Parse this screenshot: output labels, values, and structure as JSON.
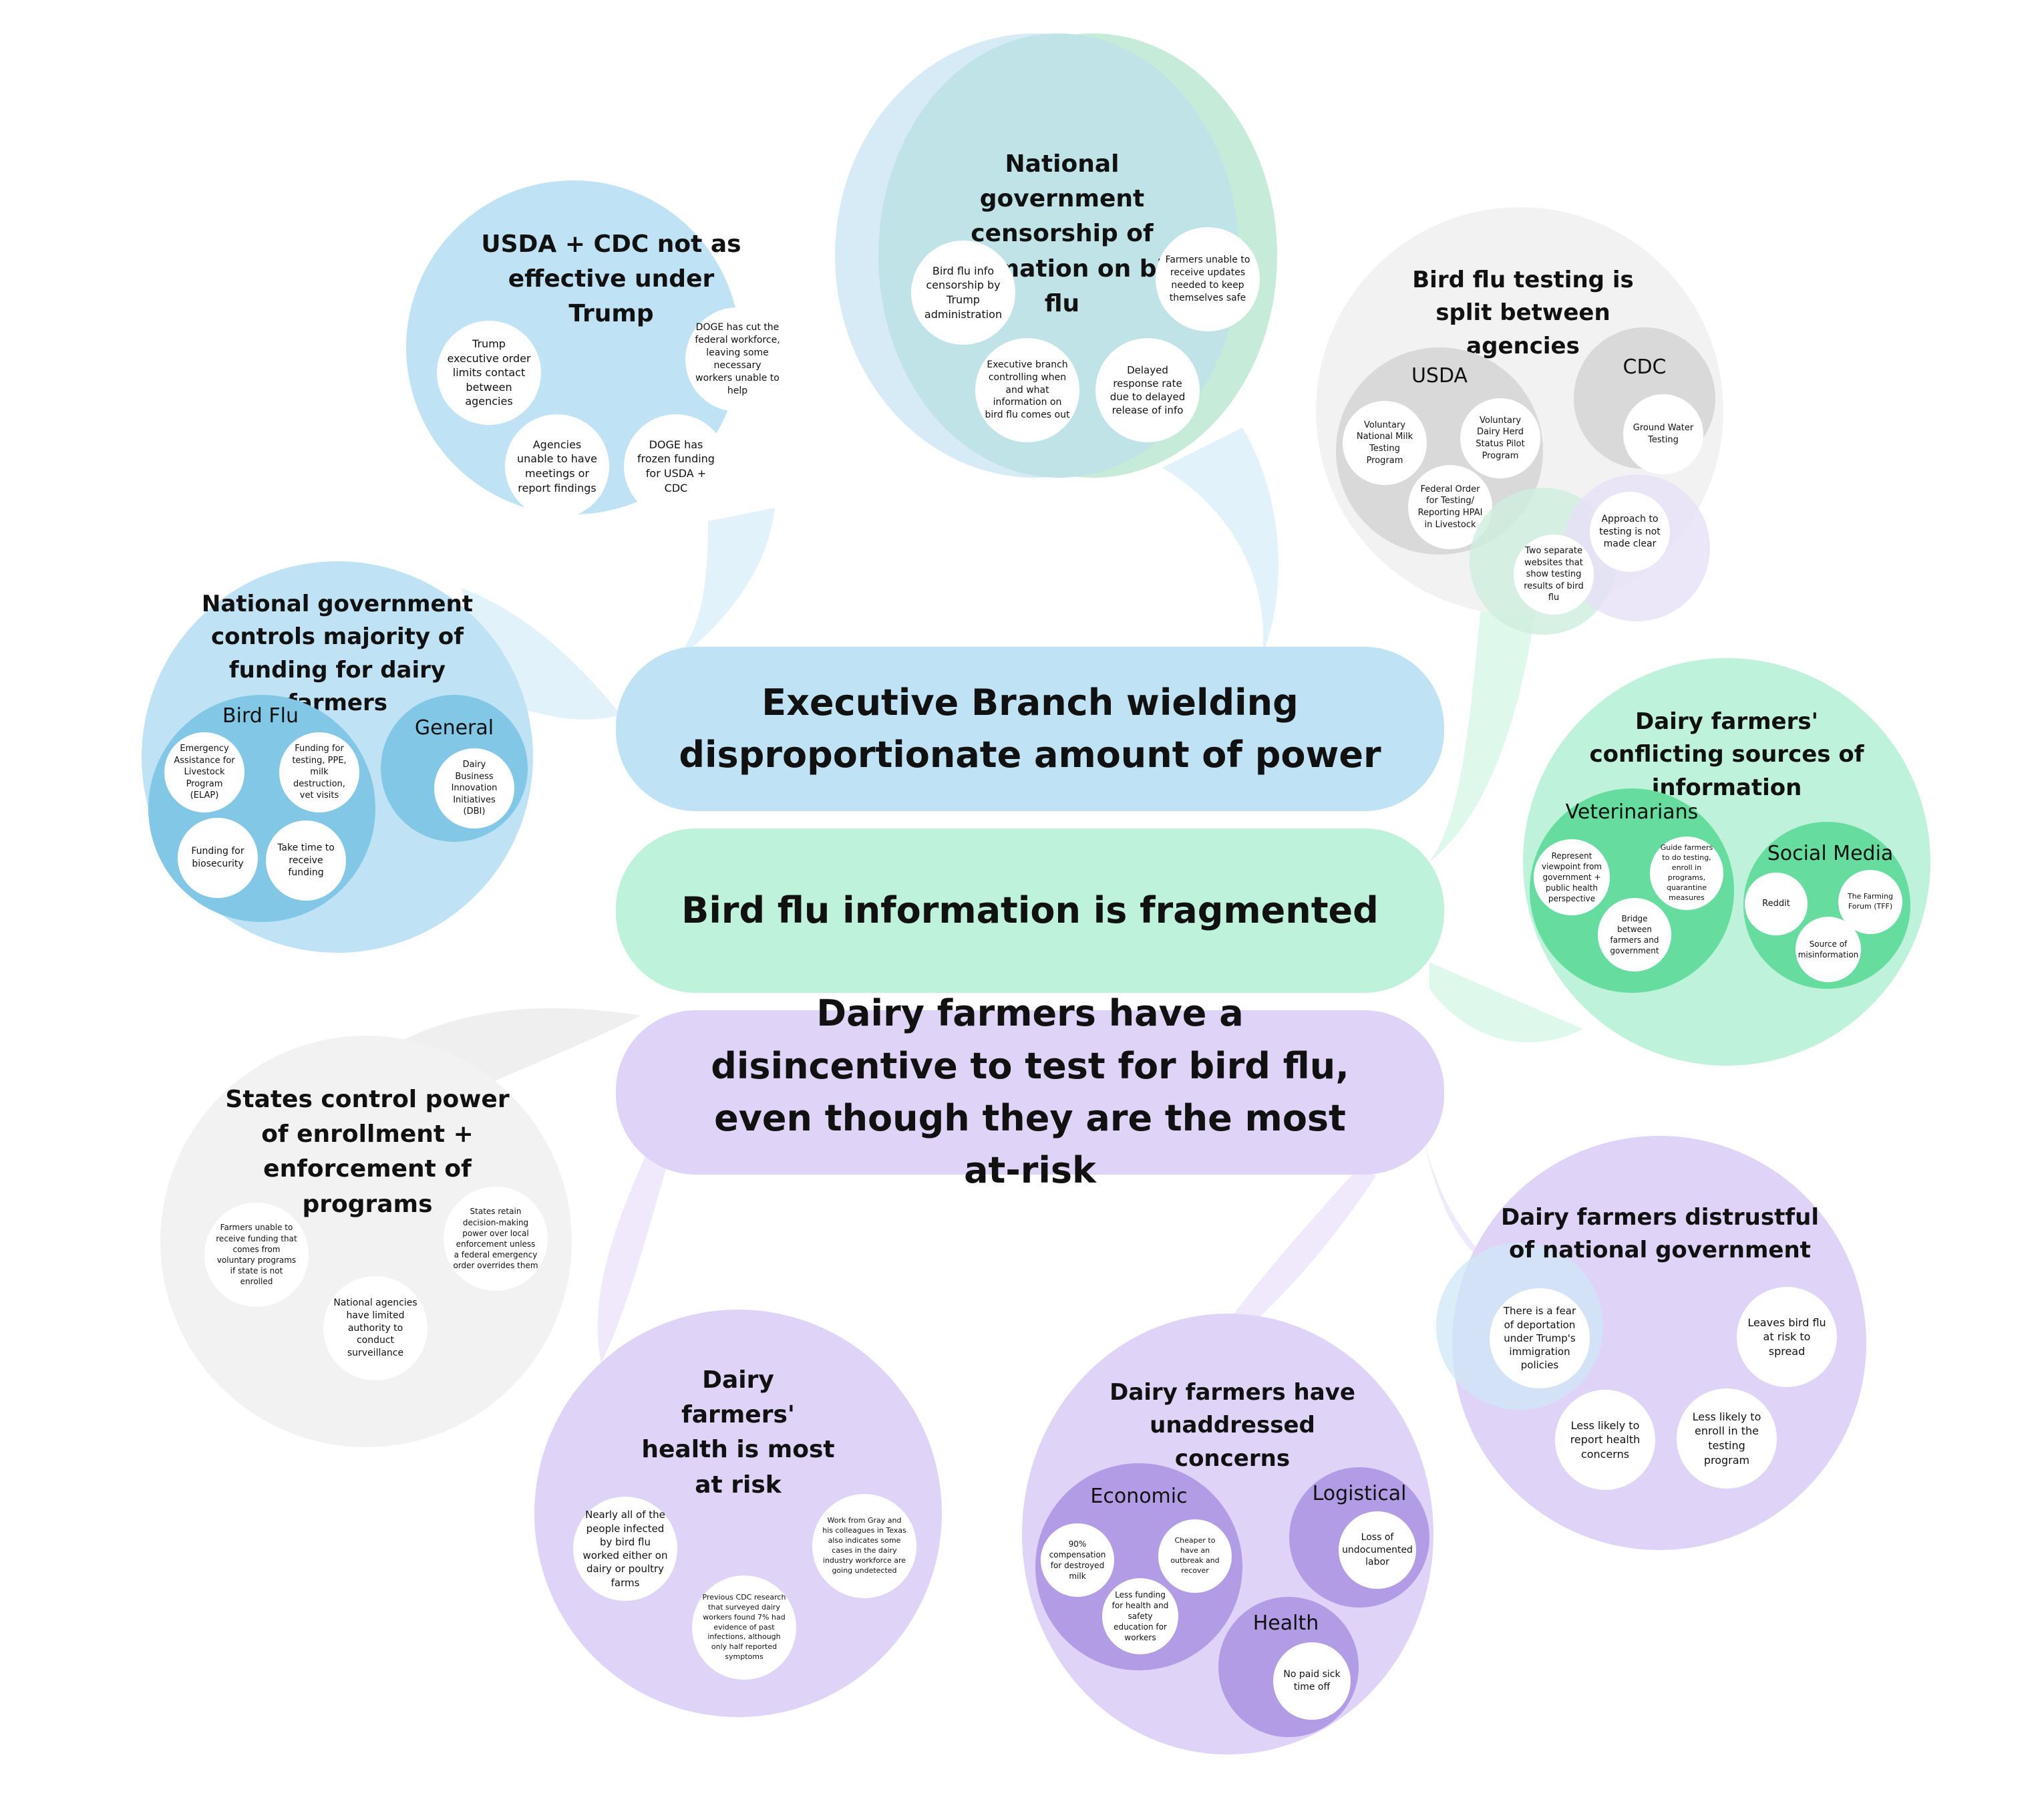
{
  "colors": {
    "blue": "#bfe3f4",
    "blue_dark": "#82c8e6",
    "green": "#bff2da",
    "green_dark": "#66dd9e",
    "purple": "#dfd3f7",
    "purple_dark": "#b29ce6",
    "gray": "#f2f2f2",
    "gray_dark": "#d9d9d9"
  },
  "center": {
    "executive": "Executive Branch wielding disproportionate amount of power",
    "fragmented": "Bird flu information is fragmented",
    "disincentive": "Dairy farmers have a disincentive to test for bird flu, even though they are the most at-risk"
  },
  "usda_cdc": {
    "title": "USDA + CDC not as effective under Trump",
    "items": [
      "Trump executive order limits contact between agencies",
      "DOGE has cut the federal workforce, leaving some necessary workers unable to help",
      "Agencies unable to have meetings or report findings",
      "DOGE has frozen funding for USDA + CDC"
    ]
  },
  "censorship": {
    "title": "National government censorship of information on bird flu",
    "items": [
      "Bird flu info censorship by Trump administration",
      "Farmers unable to receive updates needed to keep themselves safe",
      "Executive branch controlling when and what information on bird flu comes out",
      "Delayed response rate due to delayed release of info"
    ]
  },
  "testing": {
    "title": "Bird flu testing is split between agencies",
    "usda_label": "USDA",
    "usda_items": [
      "Voluntary National Milk Testing Program",
      "Voluntary Dairy Herd Status Pilot Program",
      "Federal Order for Testing/ Reporting HPAI in Livestock"
    ],
    "cdc_label": "CDC",
    "cdc_items": [
      "Ground Water Testing"
    ],
    "items": [
      "Approach to testing is not made clear",
      "Two separate websites that show testing results of bird flu"
    ]
  },
  "funding": {
    "title": "National government controls majority of funding for dairy farmers",
    "birdflu_label": "Bird Flu",
    "birdflu_items": [
      "Emergency Assistance for Livestock Program (ELAP)",
      "Funding for testing, PPE, milk destruction, vet visits",
      "Funding for biosecurity",
      "Take time to receive funding"
    ],
    "general_label": "General",
    "general_items": [
      "Dairy Business Innovation Initiatives (DBI)"
    ]
  },
  "conflicting": {
    "title": "Dairy farmers' conflicting sources of information",
    "vets_label": "Veterinarians",
    "vets_items": [
      "Represent viewpoint from government + public health perspective",
      "Guide farmers to do testing, enroll in programs, quarantine measures",
      "Bridge between farmers and government"
    ],
    "social_label": "Social Media",
    "social_items": [
      "Reddit",
      "The Farming Forum (TFF)",
      "Source of misinformation"
    ]
  },
  "states": {
    "title": "States control power of enrollment + enforcement of programs",
    "items": [
      "Farmers unable to receive funding that comes from voluntary programs if state is not enrolled",
      "States retain decision-making power over local enforcement unless a federal emergency order overrides them",
      "National agencies have limited authority to conduct surveillance"
    ]
  },
  "health": {
    "title": "Dairy farmers' health is most at risk",
    "items": [
      "Nearly all of the people infected by bird flu worked either on dairy or poultry farms",
      "Work from Gray and his colleagues in Texas also indicates some cases in the dairy industry workforce are going undetected",
      "Previous CDC research that surveyed dairy workers found 7% had evidence of past infections, although only half reported symptoms"
    ]
  },
  "concerns": {
    "title": "Dairy farmers have unaddressed concerns",
    "economic_label": "Economic",
    "economic_items": [
      "90% compensation for destroyed milk",
      "Cheaper to have an outbreak and recover",
      "Less funding for health and safety education for workers"
    ],
    "logistical_label": "Logistical",
    "logistical_items": [
      "Loss of undocumented labor"
    ],
    "health_label": "Health",
    "health_items": [
      "No paid sick time off"
    ]
  },
  "distrust": {
    "title": "Dairy farmers distrustful of national government",
    "items": [
      "There is a fear of deportation under Trump's immigration policies",
      "Leaves bird flu at risk to spread",
      "Less likely to report health concerns",
      "Less likely to enroll in the testing program"
    ]
  }
}
